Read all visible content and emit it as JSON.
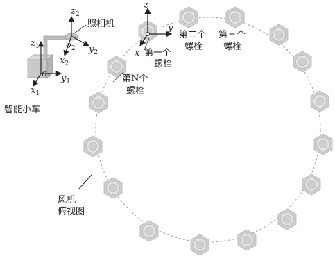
{
  "labels": {
    "camera": "照相机",
    "car_line1": "智能小车",
    "bolt1_line1": "第一个",
    "bolt1_line2": "螺栓",
    "bolt2_line1": "第二个",
    "bolt2_line2": "螺栓",
    "bolt3_line1": "第三个",
    "bolt3_line2": "螺栓",
    "boltN_line1": "第N个",
    "boltN_line2": "螺栓",
    "fan_line1": "风机",
    "fan_line2": "俯视图"
  },
  "axes": {
    "world": {
      "z": "z",
      "y": "y",
      "x": "x"
    },
    "car": {
      "z": "z",
      "x": "x",
      "y": "y",
      "o": "o",
      "sub": "1"
    },
    "camera": {
      "z": "z",
      "x": "x",
      "y": "y",
      "o": "o",
      "sub": "2"
    }
  },
  "colors": {
    "bolt_outer": "#cfcfcf",
    "bolt_inner": "#e6e6e6",
    "bolt_stroke": "#b5b5b5",
    "line": "#222222"
  }
}
